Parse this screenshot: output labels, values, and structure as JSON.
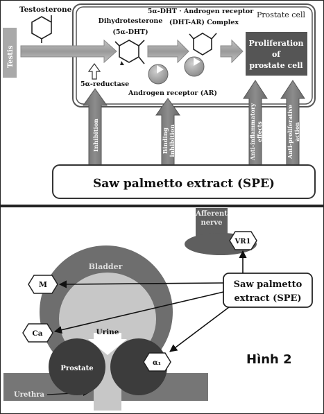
{
  "panel1": {
    "testosterone": "Testosterone",
    "testis": "Testis",
    "dht_line1": "Dihydrotesterone",
    "dht_line2": "(5α-DHT)",
    "complex_line1": "5α-DHT · Androgen receptor",
    "complex_line2": "(DHT-AR) Complex",
    "prostate_cell": "Prostate cell",
    "proliferation_line1": "Proliferation",
    "proliferation_line2": "of",
    "proliferation_line3": "prostate cell",
    "reductase": "5α-reductase",
    "androgen_receptor": "Androgen receptor (AR)",
    "arrow_inhibition": "Inhibition",
    "arrow_binding_line1": "Binding",
    "arrow_binding_line2": "inhibition",
    "arrow_antiinflam_line1": "Anti-inflammatory",
    "arrow_antiinflam_line2": "effects",
    "arrow_antiprolif_line1": "Anti-proliferative",
    "arrow_antiprolif_line2": "action",
    "spe": "Saw palmetto extract (SPE)"
  },
  "panel2": {
    "afferent_line1": "Afferent",
    "afferent_line2": "nerve",
    "vr1": "VR1",
    "bladder": "Bladder",
    "m": "M",
    "ca": "Ca",
    "urine": "Urine",
    "prostate": "Prostate",
    "alpha1": "α₁",
    "urethra": "Urethra",
    "spe_line1": "Saw palmetto",
    "spe_line2": "extract (SPE)",
    "figure_label": "Hình 2"
  }
}
